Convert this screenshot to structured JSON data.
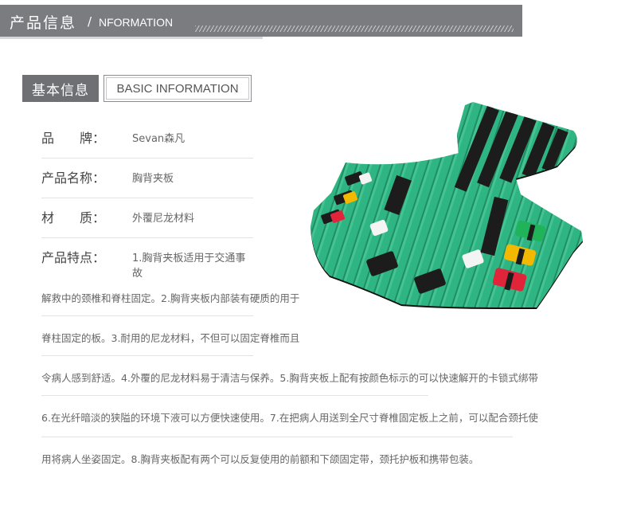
{
  "banner": {
    "title": "产品信息",
    "slash": "/",
    "subtitle": "NFORMATION"
  },
  "section": {
    "label_cn": "基本信息",
    "label_en": "BASIC INFORMATION"
  },
  "specs": [
    {
      "label": "品　　牌：",
      "label_name": "品牌",
      "value": "Sevan森凡"
    },
    {
      "label": "产品名称：",
      "label_name": "产品名称",
      "value": "胸背夹板"
    },
    {
      "label": "材　　质：",
      "label_name": "材质",
      "value": "外覆尼龙材料"
    },
    {
      "label": "产品特点：",
      "label_name": "产品特点",
      "value": "1.胸背夹板适用于交通事故"
    }
  ],
  "description_lines": [
    "解救中的颈椎和脊柱固定。2.胸背夹板内部装有硬质的用于",
    "脊柱固定的板。3.耐用的尼龙材料，不但可以固定脊椎而且",
    "令病人感到舒适。4.外覆的尼龙材料易于清洁与保养。5.胸背夹板上配有按颜色标示的可以快速解开的卡锁式绑带",
    "6.在光纤暗淡的狭隘的环境下液可以方便快速使用。7.在把病人用送到全尺寸脊椎固定板上之前，可以配合颈托使",
    "用将病人坐姿固定。8.胸背夹板配有两个可以反复使用的前额和下颌固定带，颈托护板和携带包装。"
  ],
  "colors": {
    "banner": "#7a7c80",
    "section_dark": "#6e7074",
    "board_green": "#2fb583",
    "strap_black": "#1c1c1c",
    "buckle_green": "#21b35a",
    "buckle_yellow": "#f2b900",
    "buckle_red": "#e0243a",
    "buckle_white": "#f4f4f4"
  }
}
